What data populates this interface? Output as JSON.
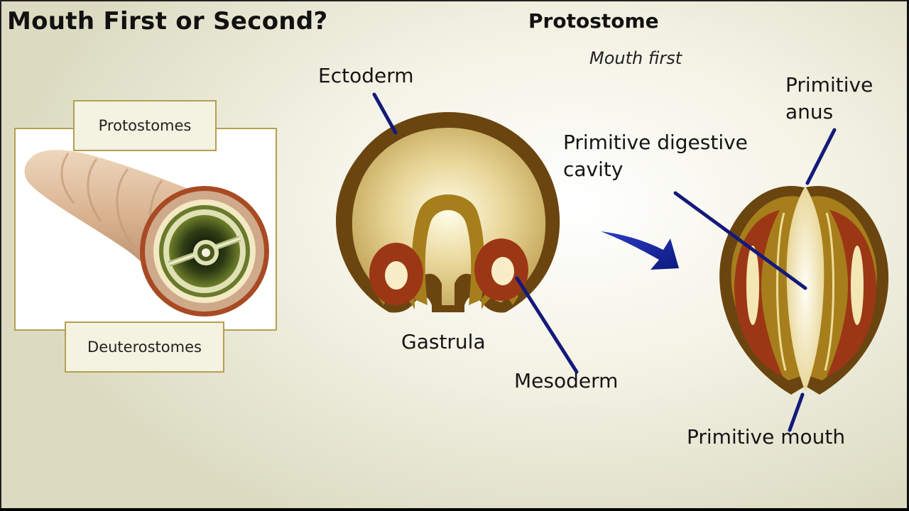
{
  "slide": {
    "title": "Mouth First or Second?",
    "subtitle": "Protostome",
    "caption": "Mouth first"
  },
  "inset": {
    "top_label": "Protostomes",
    "bottom_label": "Deuterostomes"
  },
  "labels": {
    "ectoderm": "Ectoderm",
    "gastrula": "Gastrula",
    "mesoderm": "Mesoderm",
    "primitive_anus_line1": "Primitive",
    "primitive_anus_line2": "anus",
    "digestive_line1": "Primitive digestive",
    "digestive_line2": "cavity",
    "primitive_mouth": "Primitive mouth"
  },
  "colors": {
    "ectoderm": "#6b4510",
    "mesoderm": "#9c3716",
    "endoderm": "#a67f1c",
    "pointer": "#141a7a"
  }
}
